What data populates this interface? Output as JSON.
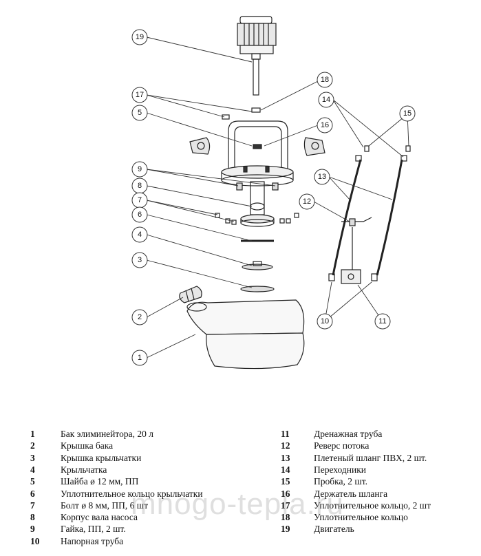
{
  "legend": [
    {
      "num": "1",
      "label": "Бак элиминейтора, 20 л"
    },
    {
      "num": "2",
      "label": "Крышка бака"
    },
    {
      "num": "3",
      "label": "Крышка крыльчатки"
    },
    {
      "num": "4",
      "label": "Крыльчатка"
    },
    {
      "num": "5",
      "label": "Шайба ø 12 мм, ПП"
    },
    {
      "num": "6",
      "label": "Уплотнительное кольцо крыльчатки"
    },
    {
      "num": "7",
      "label": "Болт ø 8 мм, ПП, 6 шт"
    },
    {
      "num": "8",
      "label": "Корпус вала насоса"
    },
    {
      "num": "9",
      "label": "Гайка, ПП, 2 шт."
    },
    {
      "num": "10",
      "label": "Напорная труба"
    },
    {
      "num": "11",
      "label": "Дренажная труба"
    },
    {
      "num": "12",
      "label": "Реверс потока"
    },
    {
      "num": "13",
      "label": "Плетеный шланг ПВХ, 2 шт."
    },
    {
      "num": "14",
      "label": "Переходники"
    },
    {
      "num": "15",
      "label": "Пробка, 2 шт."
    },
    {
      "num": "16",
      "label": "Держатель шланга"
    },
    {
      "num": "17",
      "label": "Уплотнительное кольцо, 2 шт"
    },
    {
      "num": "18",
      "label": "Уплотнительное кольцо"
    },
    {
      "num": "19",
      "label": "Двигатель"
    }
  ],
  "callouts": [
    "19",
    "18",
    "17",
    "5",
    "16",
    "14",
    "15",
    "9",
    "8",
    "7",
    "6",
    "13",
    "12",
    "4",
    "3",
    "2",
    "10",
    "11",
    "1"
  ],
  "watermark": "mnogo-tepla.ru"
}
